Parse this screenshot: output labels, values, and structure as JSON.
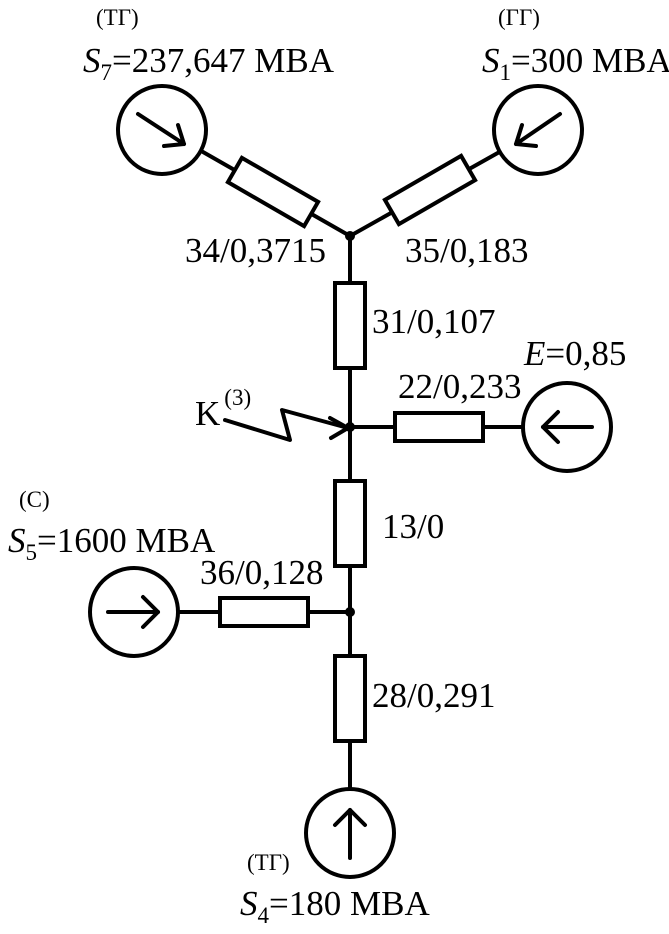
{
  "sources": {
    "s7": {
      "type": "(ТГ)",
      "symbol": "S",
      "index": "7",
      "value": "=237,647 MBA"
    },
    "s1": {
      "type": "(ГГ)",
      "symbol": "S",
      "index": "1",
      "value": "=300 MBA"
    },
    "e": {
      "symbol": "E",
      "value": "=0,85"
    },
    "s5": {
      "type": "(С)",
      "symbol": "S",
      "index": "5",
      "value": "=1600 MBA"
    },
    "s4": {
      "type": "(ТГ)",
      "symbol": "S",
      "index": "4",
      "value": "=180 MBA"
    }
  },
  "branches": {
    "b34": "34/0,3715",
    "b35": "35/0,183",
    "b31": "31/0,107",
    "b22": "22/0,233",
    "b13": "13/0",
    "b36": "36/0,128",
    "b28": "28/0,291"
  },
  "fault": {
    "letter": "K",
    "sup": "(3)"
  }
}
